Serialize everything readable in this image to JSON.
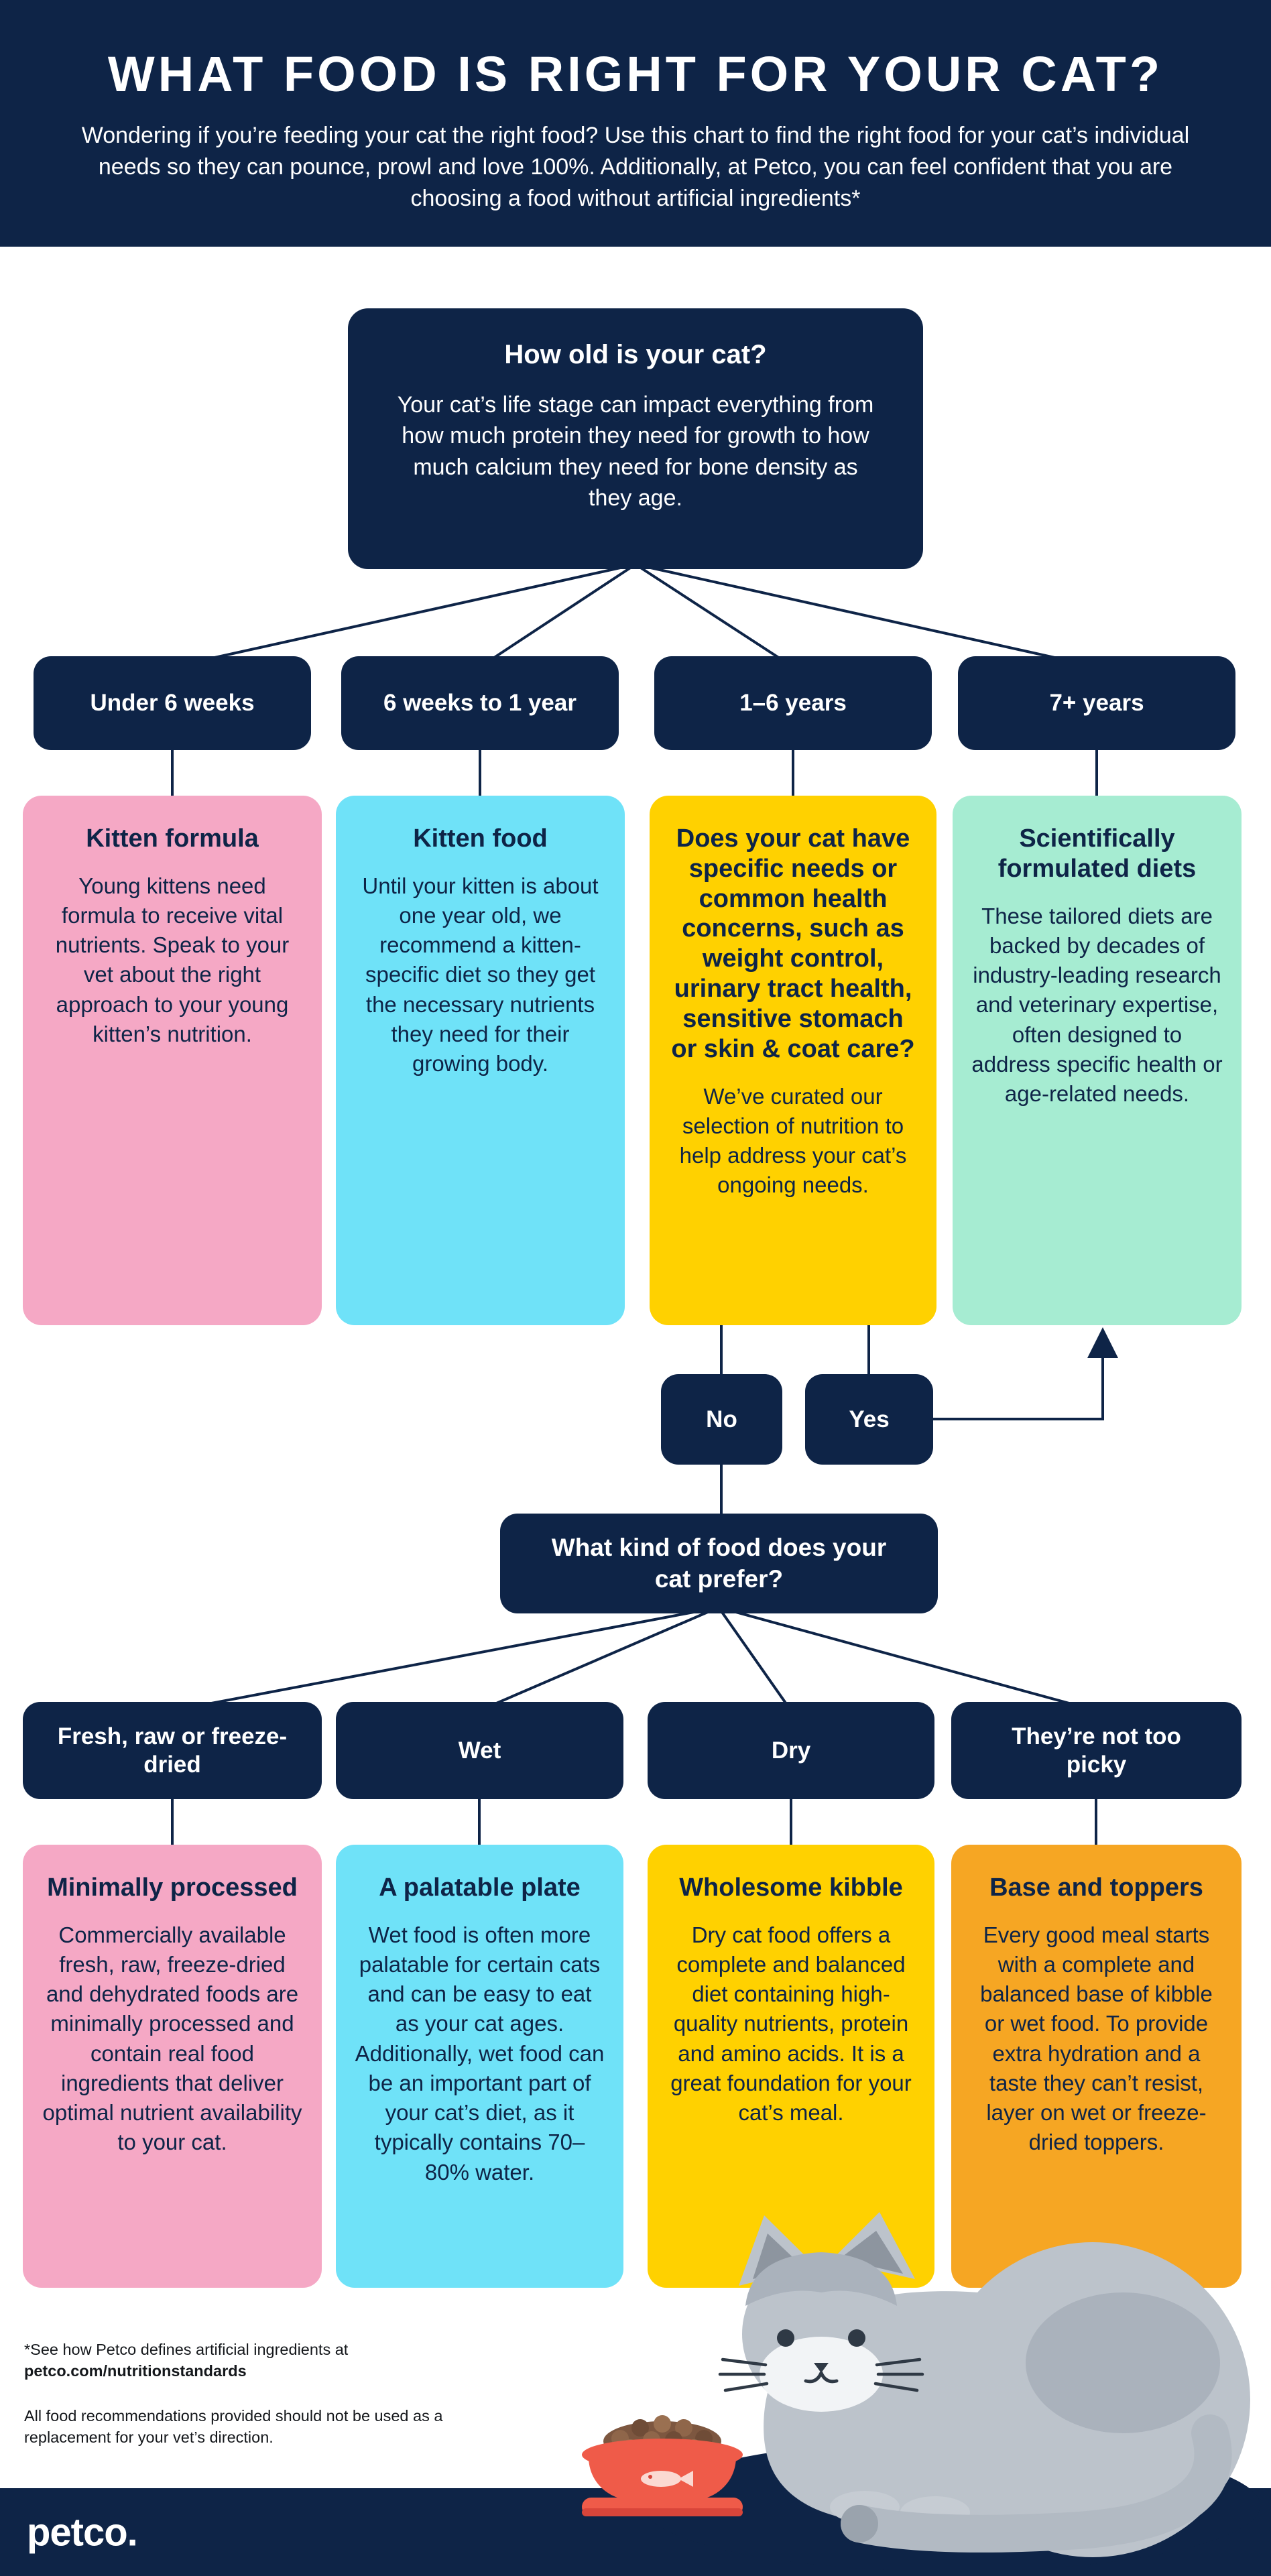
{
  "header": {
    "title": "WHAT FOOD IS RIGHT FOR YOUR CAT?",
    "subtitle": "Wondering if you’re feeding your cat the right food? Use this chart to find the right food for your cat’s individual needs so they can pounce, prowl and love 100%. Additionally, at Petco, you can feel confident that you are choosing a food without artificial ingredients*"
  },
  "age_flow": {
    "root_title": "How old is your cat?",
    "root_body": "Your cat’s life stage can impact everything from how much protein they need for growth to how much calcium they need for bone density as they age.",
    "no_label": "No",
    "yes_label": "Yes",
    "branches": [
      {
        "label": "Under 6 weeks",
        "card_title": "Kitten formula",
        "card_body": "Young kittens need formula to receive vital nutrients. Speak to your vet about the right approach to your young kitten’s nutrition.",
        "card_color": "#f5a8c5"
      },
      {
        "label": "6 weeks to 1 year",
        "card_title": "Kitten food",
        "card_body": "Until your kitten is about one year old, we recommend a kitten-specific diet so they get the necessary nutrients they need for their growing body.",
        "card_color": "#6fe2f8"
      },
      {
        "label": "1–6 years",
        "card_title": "Does your cat have specific needs or common health concerns, such as weight control, urinary tract health, sensitive stomach or skin & coat care?",
        "card_body": "We’ve curated our selection of nutrition to help address your cat’s ongoing needs.",
        "card_color": "#ffd100"
      },
      {
        "label": "7+ years",
        "card_title": "Scientifically formulated diets",
        "card_body": "These tailored diets are backed by decades of industry-leading research and veterinary expertise, often designed to address specific health or age-related needs.",
        "card_color": "#a6ecd2"
      }
    ]
  },
  "pref_flow": {
    "root_title": "What kind of food does your cat prefer?",
    "branches": [
      {
        "label": "Fresh, raw or freeze-dried",
        "card_title": "Minimally processed",
        "card_body": "Commercially available fresh, raw, freeze-dried and dehydrated foods are minimally processed and contain real food ingredients that deliver optimal nutrient availability to your cat.",
        "card_color": "#f5a8c5"
      },
      {
        "label": "Wet",
        "card_title": "A palatable plate",
        "card_body": "Wet food is often more palatable for certain cats and can be easy to eat as your cat ages. Additionally, wet food can be an important part of your cat’s diet, as it typically contains 70–80% water.",
        "card_color": "#6fe2f8"
      },
      {
        "label": "Dry",
        "card_title": "Wholesome kibble",
        "card_body": "Dry cat food offers a complete and balanced diet containing high-quality nutrients, protein and amino acids. It is a great foundation for your cat’s meal.",
        "card_color": "#ffd100"
      },
      {
        "label": "They’re not too picky",
        "card_title": "Base and toppers",
        "card_body": "Every good meal starts with a complete and balanced base of kibble or wet food. To provide extra hydration and a taste they can’t resist, layer on wet or freeze-dried toppers.",
        "card_color": "#f6a623"
      }
    ]
  },
  "footnotes": {
    "artificial_note": "*See how Petco defines artificial ingredients at",
    "artificial_link": "petco.com/nutritionstandards",
    "disclaimer": "All food recommendations provided should not be used as a replacement for your vet’s direction."
  },
  "footer": {
    "logo_text": "petco."
  },
  "colors": {
    "navy": "#0e2447",
    "pink": "#f5a8c5",
    "cyan": "#6fe2f8",
    "yellow": "#ffd100",
    "mint": "#a6ecd2",
    "orange": "#f6a623",
    "bowl_red": "#ef5b49",
    "cat_gray": "#bcc3cb",
    "white": "#ffffff"
  }
}
